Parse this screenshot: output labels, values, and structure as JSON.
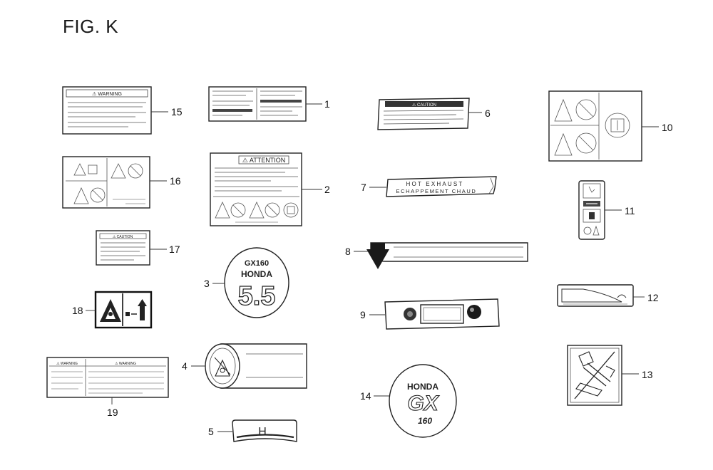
{
  "figure": {
    "title": "FIG. K"
  },
  "callouts": {
    "c1": "1",
    "c2": "2",
    "c3": "3",
    "c4": "4",
    "c5": "5",
    "c6": "6",
    "c7": "7",
    "c8": "8",
    "c9": "9",
    "c10": "10",
    "c11": "11",
    "c12": "12",
    "c13": "13",
    "c14": "14",
    "c15": "15",
    "c16": "16",
    "c17": "17",
    "c18": "18",
    "c19": "19"
  },
  "label_text": {
    "l15_heading": "⚠ WARNING",
    "l2_heading": "⚠ ATTENTION",
    "l7_line1": "HOT  EXHAUST",
    "l7_line2": "ECHAPPEMENT  CHAUD",
    "l3_model": "GX160",
    "l3_brand": "HONDA",
    "l3_power": "5.5",
    "l14_brand": "HONDA",
    "l14_gx": "GX",
    "l14_num": "160",
    "l17_heading": "⚠ CAUTION",
    "l19_heading_left": "⚠ WARNING",
    "l19_heading_right": "⚠ WARNING",
    "l6_heading": "⚠ CAUTION",
    "l5_mark": "H"
  },
  "colors": {
    "ink": "#1a1a1a",
    "dark_fill": "#222222",
    "mid_grey": "#888888"
  }
}
